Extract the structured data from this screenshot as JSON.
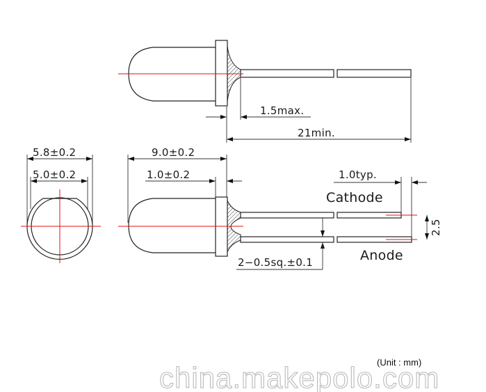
{
  "labels": {
    "lead_gap": "1.5max.",
    "lead_length": "21min.",
    "flange_dia": "5.8±0.2",
    "body_dia": "5.0±0.2",
    "body_length": "9.0±0.2",
    "flange_thickness": "1.0±0.2",
    "lead_end": "1.0typ.",
    "cathode": "Cathode",
    "anode": "Anode",
    "pitch": "2.5",
    "lead_section": "2−0.5sq.±0.1",
    "unit": "(Unit : mm)"
  },
  "watermark": "china.makepolo.com",
  "colors": {
    "outline": "#222222",
    "centerline": "#e01010",
    "watermark": "#b9b9b9"
  }
}
